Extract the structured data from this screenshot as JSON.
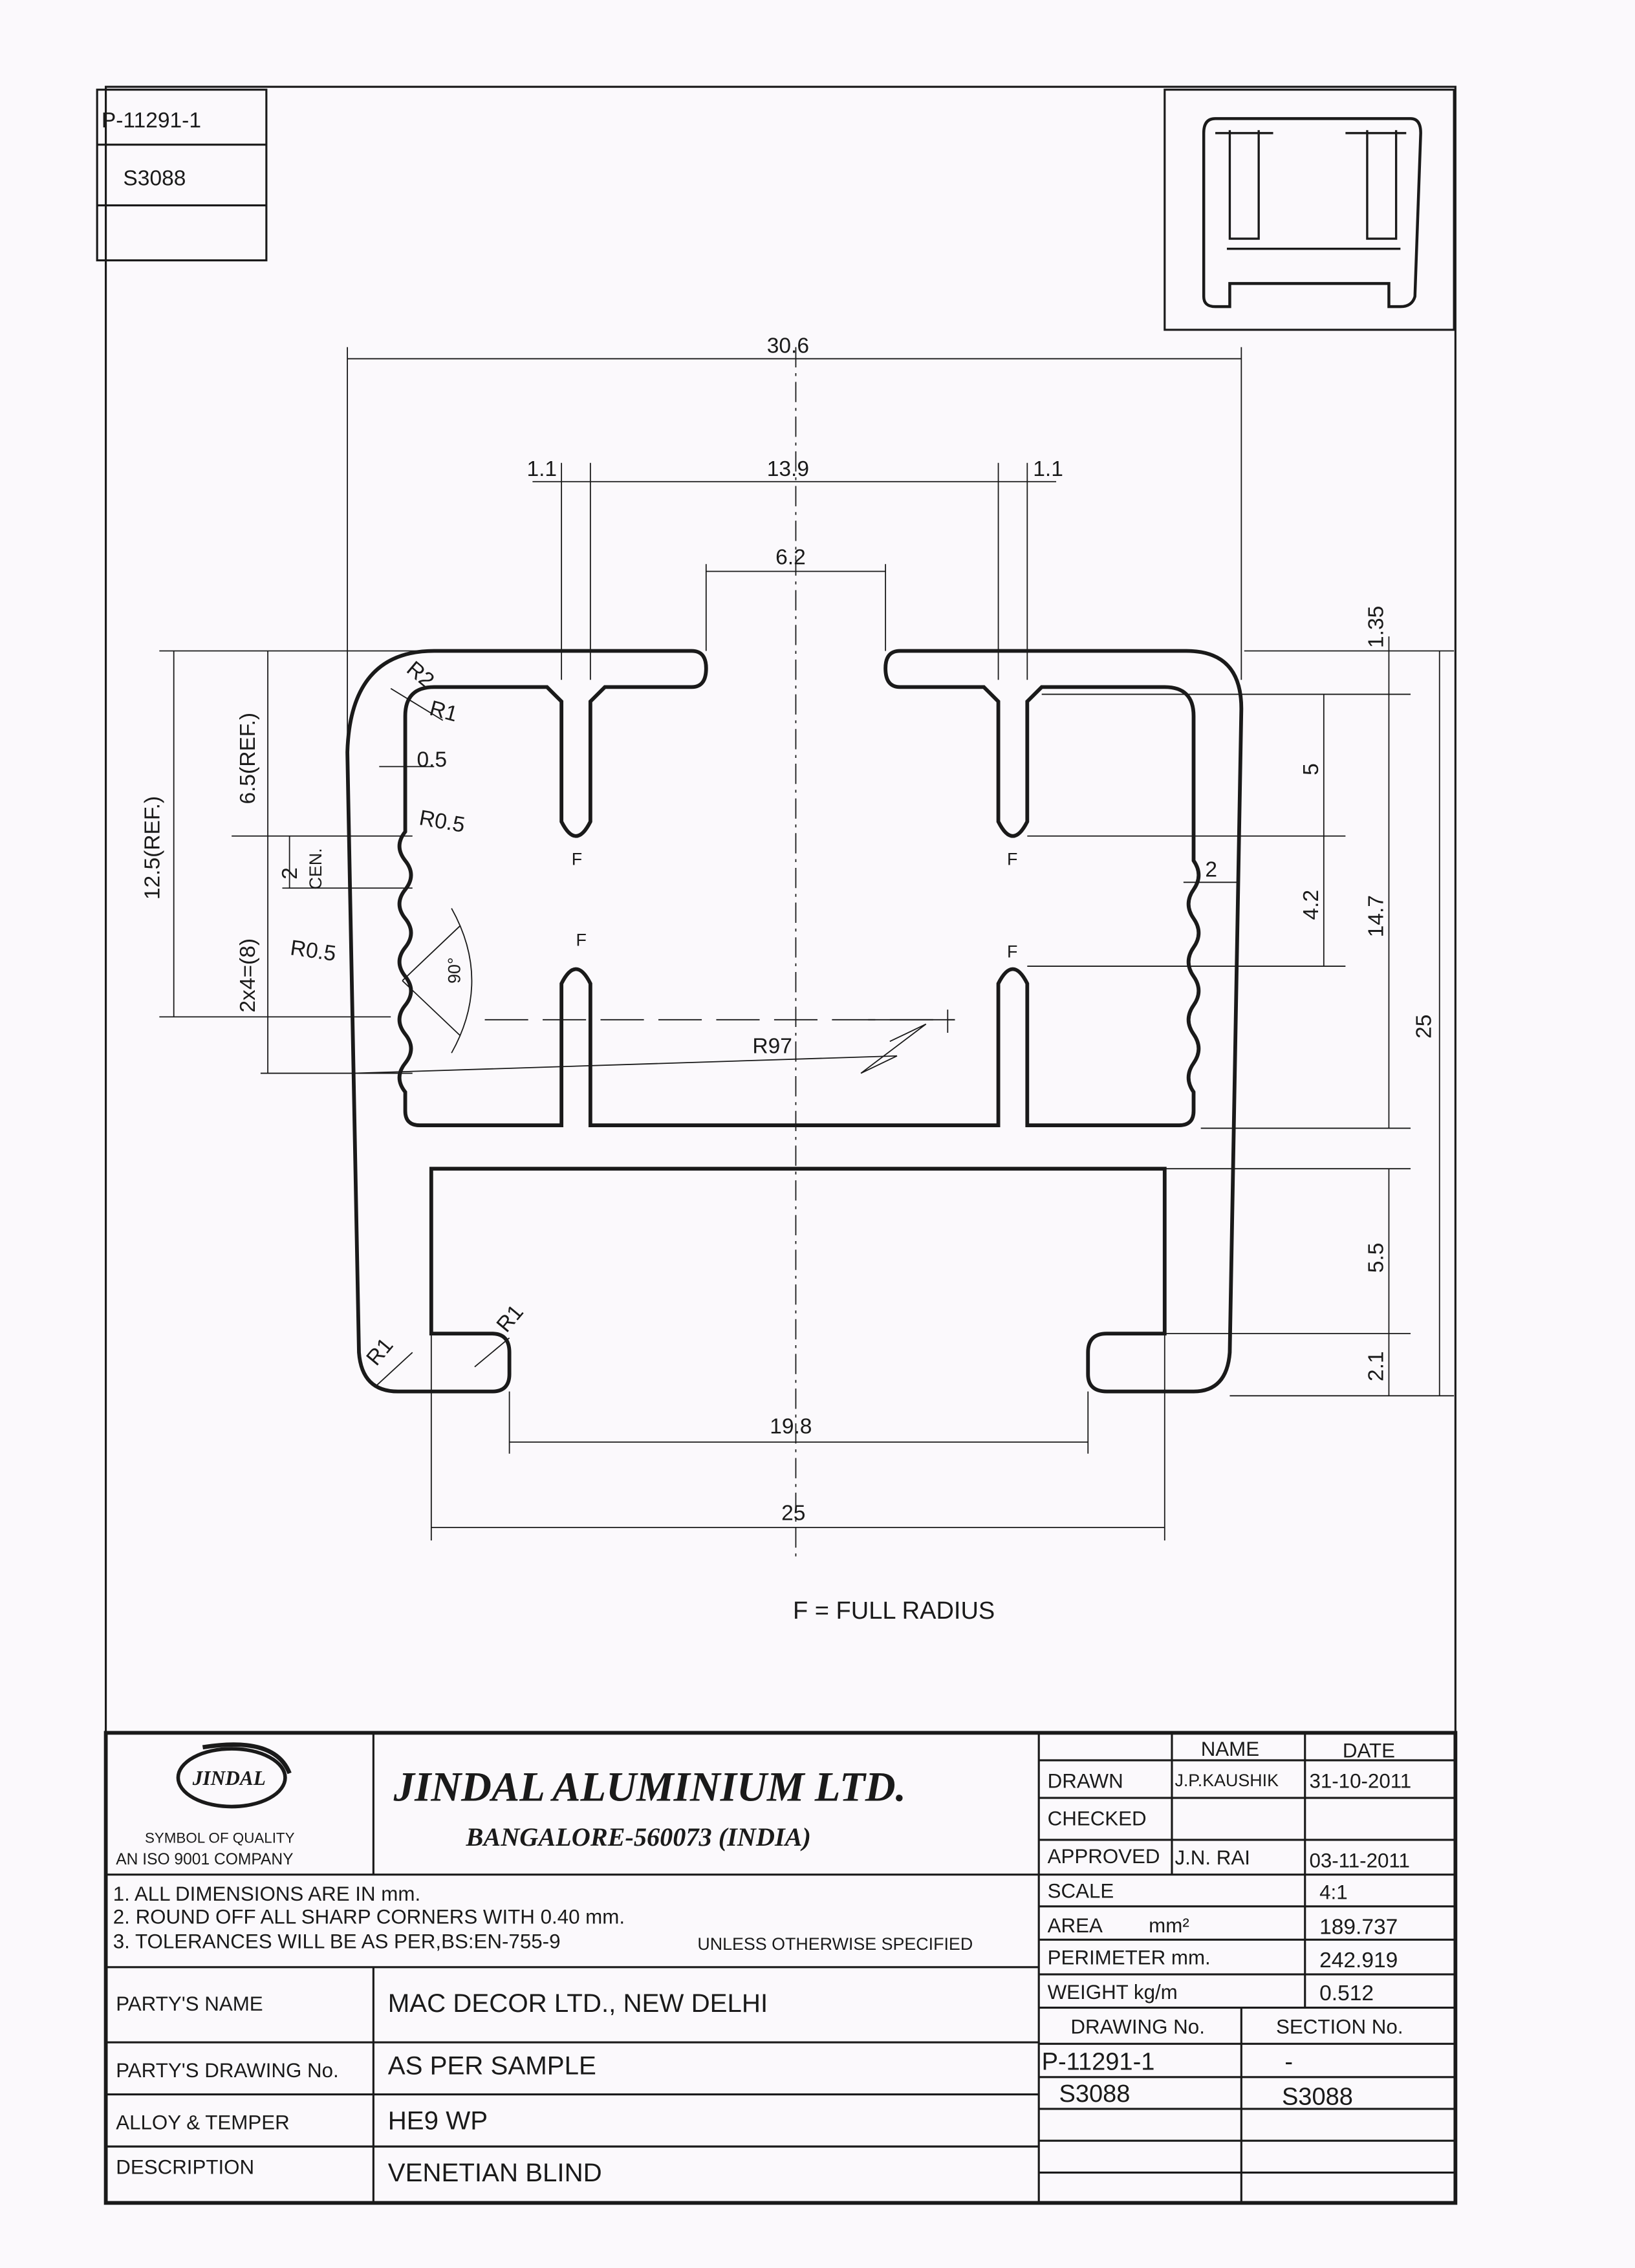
{
  "corner_box": {
    "drawing_no": "P-11291-1",
    "section_no": "S3088"
  },
  "dimensions": {
    "overall_width": "30.6",
    "stem_spacing": "13.9",
    "stem_left": "1.1",
    "stem_right": "1.1",
    "top_opening": "6.2",
    "bottom_opening": "19.8",
    "bottom_width": "25",
    "top_thickness": "1.35",
    "stem_length": "5",
    "serration_gap": "4.2",
    "inner_height": "14.7",
    "overall_height": "25",
    "lower_height": "5.5",
    "lip_height": "2.1",
    "serration_depth": "2",
    "left_ref_total": "12.5(REF.)",
    "left_ref_upper": "6.5(REF.)",
    "pitch": "2",
    "pitch_note": "CEN.",
    "serration_count": "2x4=(8)",
    "radius_r2": "R2",
    "radius_r1_top": "R1",
    "wall_thickness": "0.5",
    "radius_r05_top": "R0.5",
    "radius_r05_mid": "R0.5",
    "angle": "90°",
    "radius_r97": "R97",
    "radius_r1_bl": "R1",
    "radius_r1_br": "R1",
    "full_radius_mark": "F",
    "legend": "F = FULL RADIUS"
  },
  "title_block": {
    "logo_text": "JINDAL",
    "logo_caption_1": "SYMBOL OF QUALITY",
    "logo_caption_2": "AN ISO 9001 COMPANY",
    "company": "JINDAL ALUMINIUM LTD.",
    "address": "BANGALORE-560073 (INDIA)",
    "notes": [
      "1. ALL DIMENSIONS ARE IN mm.",
      "2. ROUND OFF ALL SHARP CORNERS WITH 0.40 mm.",
      "3. TOLERANCES WILL BE AS PER,BS:EN-755-9"
    ],
    "notes_suffix": "UNLESS OTHERWISE SPECIFIED",
    "party_name_label": "PARTY'S NAME",
    "party_name": "MAC DECOR LTD., NEW DELHI",
    "party_drawing_label": "PARTY'S DRAWING No.",
    "party_drawing": "AS PER SAMPLE",
    "alloy_label": "ALLOY & TEMPER",
    "alloy": "HE9 WP",
    "description_label": "DESCRIPTION",
    "description": "VENETIAN BLIND",
    "name_header": "NAME",
    "date_header": "DATE",
    "drawn_label": "DRAWN",
    "drawn_name": "J.P.KAUSHIK",
    "drawn_date": "31-10-2011",
    "checked_label": "CHECKED",
    "approved_label": "APPROVED",
    "approved_name": "J.N. RAI",
    "approved_date": "03-11-2011",
    "scale_label": "SCALE",
    "scale": "4:1",
    "area_label": "AREA",
    "area_unit": "mm²",
    "area": "189.737",
    "perimeter_label": "PERIMETER mm.",
    "perimeter": "242.919",
    "weight_label": "WEIGHT kg/m",
    "weight": "0.512",
    "drawing_no_header": "DRAWING No.",
    "section_no_header": "SECTION No.",
    "drawing_no": "P-11291-1",
    "drawing_no_2": "S3088",
    "section_no": "-",
    "section_no_2": "S3088"
  }
}
